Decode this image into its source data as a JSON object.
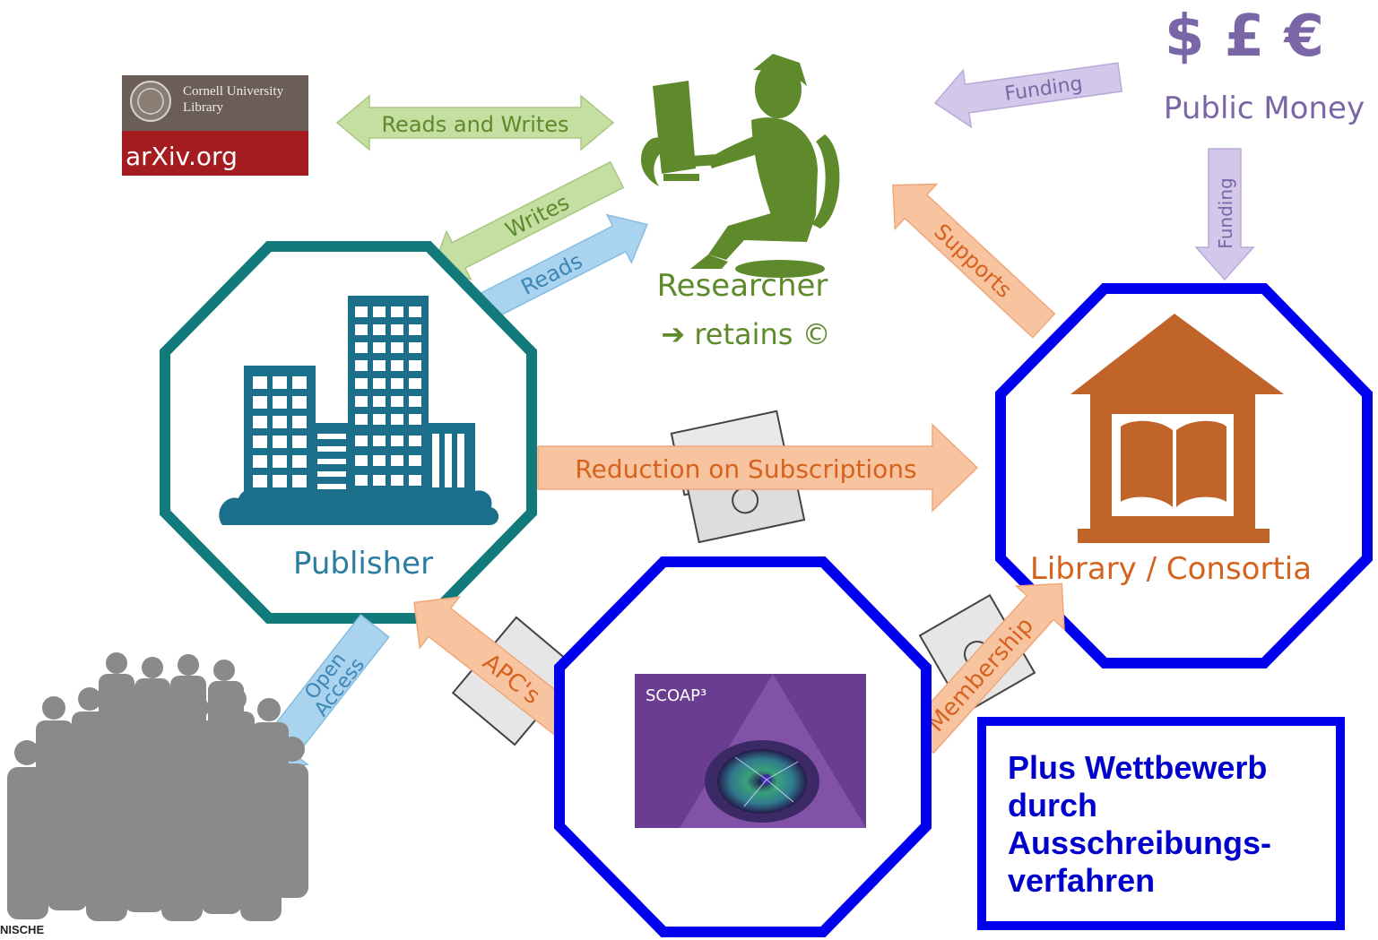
{
  "arxiv": {
    "institution_line1": "Cornell University",
    "institution_line2": "Library",
    "site": "arXiv.org"
  },
  "arrows": {
    "reads_and_writes": "Reads and Writes",
    "writes": "Writes",
    "reads": "Reads",
    "funding_top": "Funding",
    "funding_side": "Funding",
    "supports": "Supports",
    "reduction": "Reduction on Subscriptions",
    "open_access_line1": "Open",
    "open_access_line2": "Access",
    "apcs": "APC's",
    "membership": "Membership"
  },
  "money": {
    "symbols": "$ £ €",
    "label": "Public Money"
  },
  "researcher": {
    "label": "Researcher",
    "retains": "➔ retains ©"
  },
  "publisher": {
    "label": "Publisher"
  },
  "library": {
    "label": "Library / Consortia"
  },
  "scoap": {
    "label": "SCOAP³"
  },
  "callout": {
    "lines": [
      "Plus Wettbewerb",
      "durch",
      "Ausschreibungs-",
      "verfahren"
    ]
  },
  "footer": {
    "text": "NISCHE"
  },
  "colors": {
    "green_arrow": "#c5dea2",
    "green_text": "#5e8a2b",
    "blue_arrow": "#a9d3ee",
    "blue_text": "#3d86b5",
    "purple_arrow": "#d4c8ea",
    "purple_text": "#7a66a6",
    "orange_arrow": "#f8c4a0",
    "orange_text": "#d5621f",
    "teal": "#127a7a",
    "library_brown": "#c0642a",
    "octagon_blue": "#0000ee",
    "scoap_purple": "#6b3d92"
  }
}
